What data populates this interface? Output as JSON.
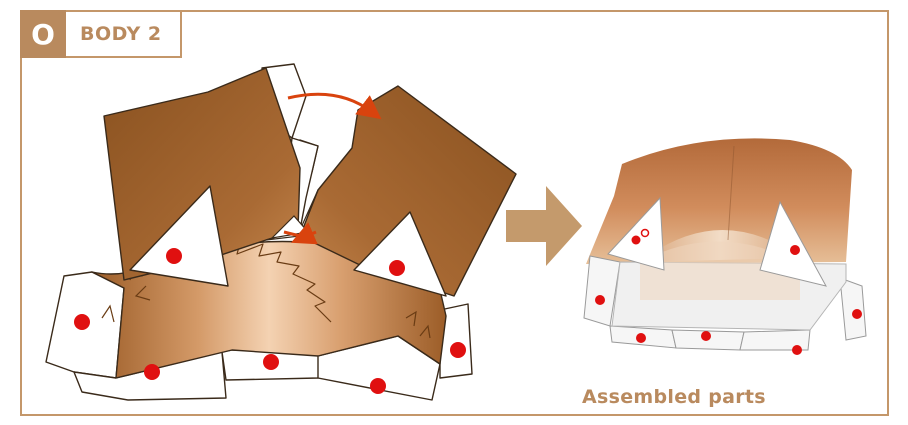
{
  "step": {
    "letter": "O",
    "title": "BODY 2"
  },
  "caption": "Assembled parts",
  "colors": {
    "accent": "#b98a5e",
    "frame": "#c4976a",
    "dark_brown": "#8b5523",
    "light_brown": "#f4d4b4",
    "dot": "#e01010",
    "arrow": "#d9430e"
  }
}
